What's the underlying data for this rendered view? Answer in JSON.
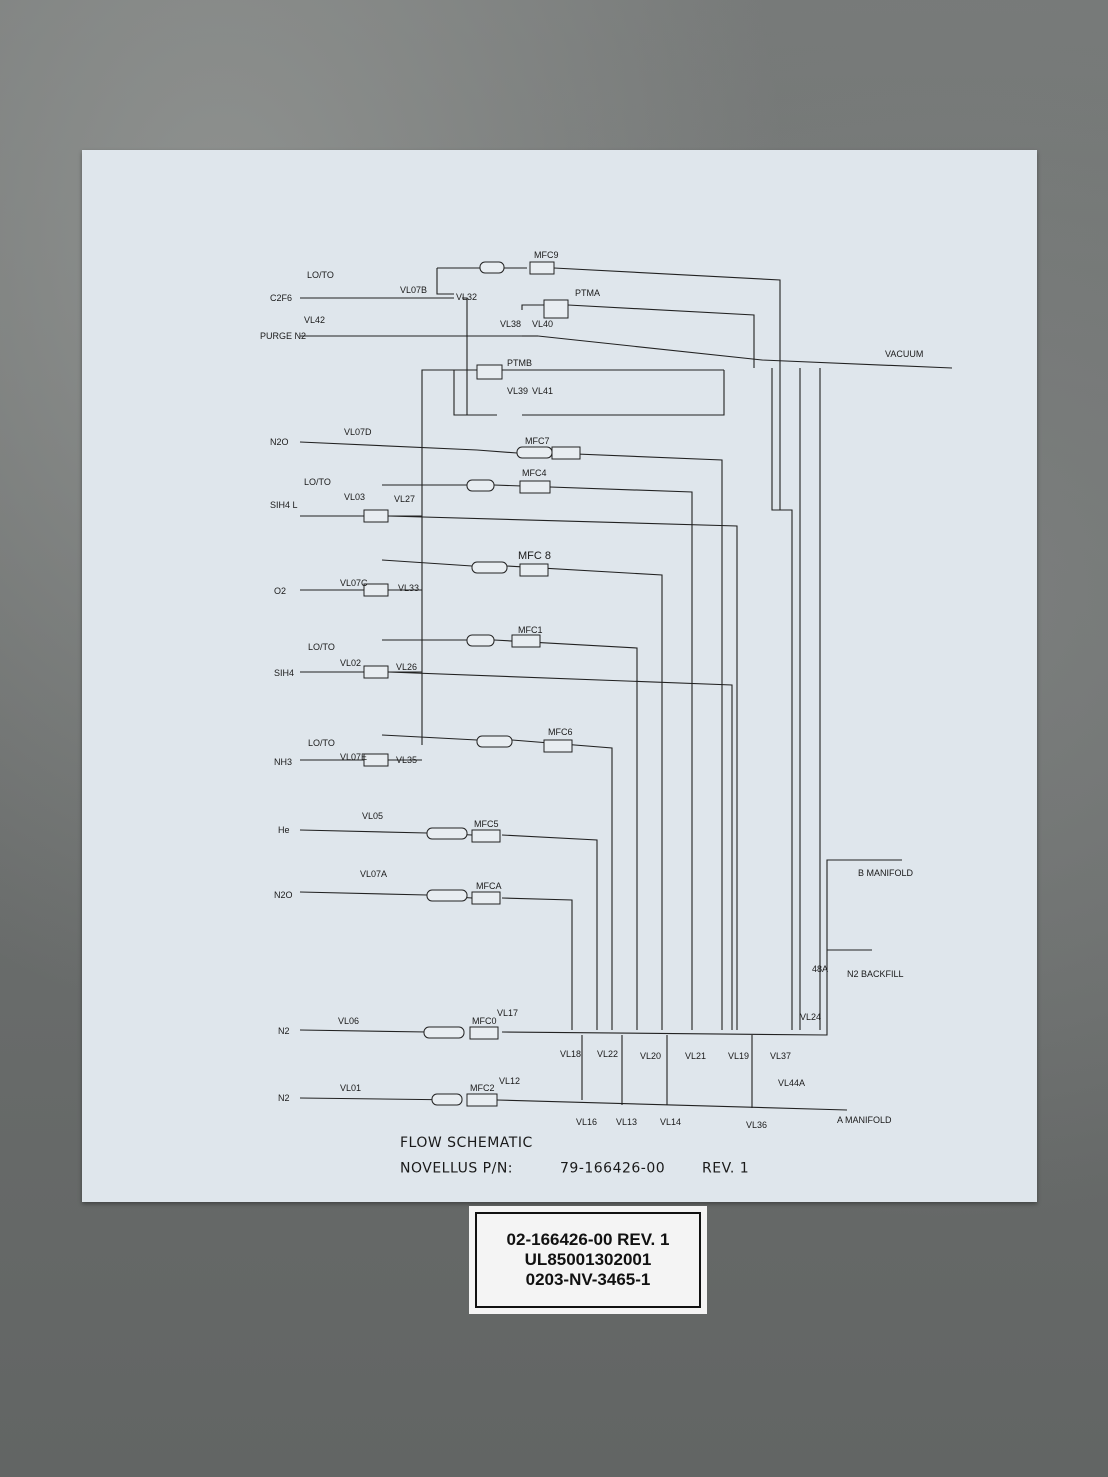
{
  "diagram": {
    "title": "FLOW SCHEMATIC",
    "part_label": "NOVELLUS P/N:",
    "part_number": "79-166426-00",
    "revision": "REV. 1",
    "outputs": {
      "vacuum": "VACUUM",
      "b_manifold": "B MANIFOLD",
      "a_manifold": "A MANIFOLD",
      "n2_backfill": "N2 BACKFILL"
    },
    "gas_lines": [
      {
        "gas": "C2F6",
        "lock": "LO/TO",
        "valves": [
          "VL07B",
          "VL32"
        ],
        "mfc": "MFC9"
      },
      {
        "gas": "PURGE N2",
        "valves": [
          "VL42"
        ]
      },
      {
        "gas": "N2O",
        "valves": [
          "VL07D"
        ],
        "mfc": "MFC7"
      },
      {
        "gas": "SIH4 L",
        "lock": "LO/TO",
        "valves": [
          "VL03",
          "VL27"
        ],
        "mfc": "MFC4"
      },
      {
        "gas": "O2",
        "valves": [
          "VL07C",
          "VL33"
        ],
        "mfc": "MFC 8"
      },
      {
        "gas": "SIH4",
        "lock": "LO/TO",
        "valves": [
          "VL02",
          "VL26"
        ],
        "mfc": "MFC1"
      },
      {
        "gas": "NH3",
        "lock": "LO/TO",
        "valves": [
          "VL07E",
          "VL35"
        ],
        "mfc": "MFC6"
      },
      {
        "gas": "He",
        "valves": [
          "VL05"
        ],
        "mfc": "MFC5"
      },
      {
        "gas": "N2O",
        "valves": [
          "VL07A"
        ],
        "mfc": "MFCA"
      },
      {
        "gas": "N2",
        "valves": [
          "VL06",
          "VL17"
        ],
        "mfc": "MFC0"
      },
      {
        "gas": "N2",
        "valves": [
          "VL01",
          "VL12"
        ],
        "mfc": "MFC2"
      }
    ],
    "pressure": [
      "PTMA",
      "PTMB"
    ],
    "pressure_valves": [
      "VL38",
      "VL40",
      "VL39",
      "VL41"
    ],
    "manifold_b_valves": [
      "VL18",
      "VL22",
      "VL20",
      "VL21",
      "VL19",
      "VL37",
      "VL24"
    ],
    "manifold_a_valves": [
      "VL16",
      "VL13",
      "VL14",
      "VL36",
      "VL44A"
    ],
    "backfill_valve": "48A"
  },
  "tag": {
    "line1": "02-166426-00 REV. 1",
    "line2": "UL85001302001",
    "line3": "0203-NV-3465-1"
  }
}
